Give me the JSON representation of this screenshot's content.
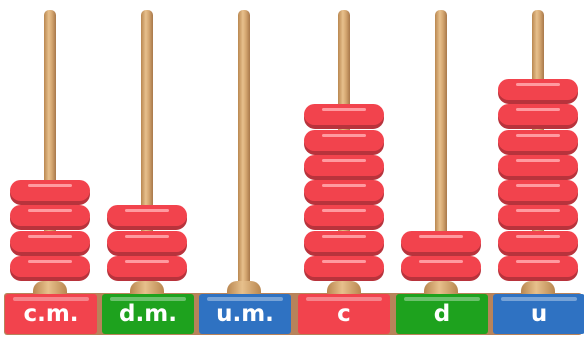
{
  "colors": {
    "bead": "#f2434d",
    "bead_dark": "#b8333c",
    "rod": "#d5a872",
    "red_label": "#f2434d",
    "green_label": "#1ea21e",
    "blue_label": "#2f72c2"
  },
  "columns": [
    {
      "label": "c.m.",
      "beads": 4,
      "color": "#f2434d"
    },
    {
      "label": "d.m.",
      "beads": 3,
      "color": "#1ea21e"
    },
    {
      "label": "u.m.",
      "beads": 0,
      "color": "#2f72c2"
    },
    {
      "label": "c",
      "beads": 7,
      "color": "#f2434d"
    },
    {
      "label": "d",
      "beads": 2,
      "color": "#1ea21e"
    },
    {
      "label": "u",
      "beads": 8,
      "color": "#2f72c2"
    }
  ]
}
